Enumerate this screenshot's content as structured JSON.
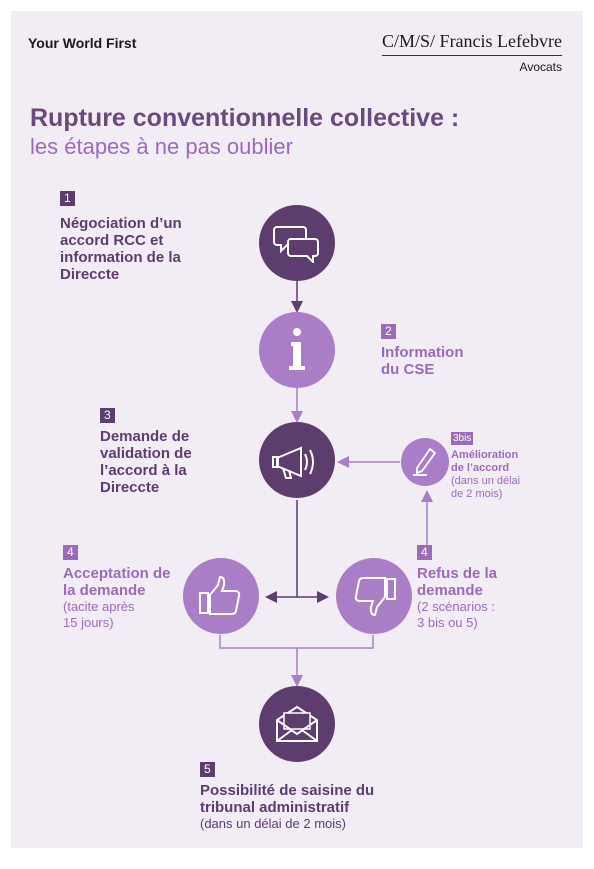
{
  "header": {
    "tagline": "Your World First",
    "brand_name": "C/M/S/ Francis Lefebvre",
    "brand_sub": "Avocats"
  },
  "title": "Rupture conventionnelle collective :",
  "subtitle": "les étapes à ne pas oublier",
  "steps": [
    {
      "num": "1",
      "lines": [
        "Négociation d’un",
        "accord RCC et",
        "information de la",
        "Direccte"
      ]
    },
    {
      "num": "2",
      "lines": [
        "Information",
        "du CSE"
      ]
    },
    {
      "num": "3",
      "lines": [
        "Demande de",
        "validation de",
        "l’accord à la",
        "Direccte"
      ]
    },
    {
      "num": "3bis",
      "lines": [
        "Amélioration",
        "de l’accord"
      ],
      "note": [
        "(dans un délai",
        "de 2 mois)"
      ]
    },
    {
      "num": "4",
      "lines": [
        "Acceptation de",
        "la demande"
      ],
      "note": [
        "(tacite après",
        "15 jours)"
      ]
    },
    {
      "num": "4",
      "lines": [
        "Refus de la",
        "demande"
      ],
      "note": [
        "(2 scénarios :",
        "3 bis ou 5)"
      ]
    },
    {
      "num": "5",
      "lines": [
        "Possibilité de saisine du",
        "tribunal administratif"
      ],
      "note": [
        "(dans un délai de 2 mois)"
      ]
    }
  ],
  "icons": [
    "speech-bubbles-icon",
    "info-icon",
    "megaphone-icon",
    "pen-icon",
    "thumbs-up-icon",
    "thumbs-down-icon",
    "envelope-icon"
  ],
  "colors": {
    "dark": "#5c3d6e",
    "light": "#a97ec7",
    "text_light": "#9c6bb8",
    "background": "#f2ecf5"
  }
}
